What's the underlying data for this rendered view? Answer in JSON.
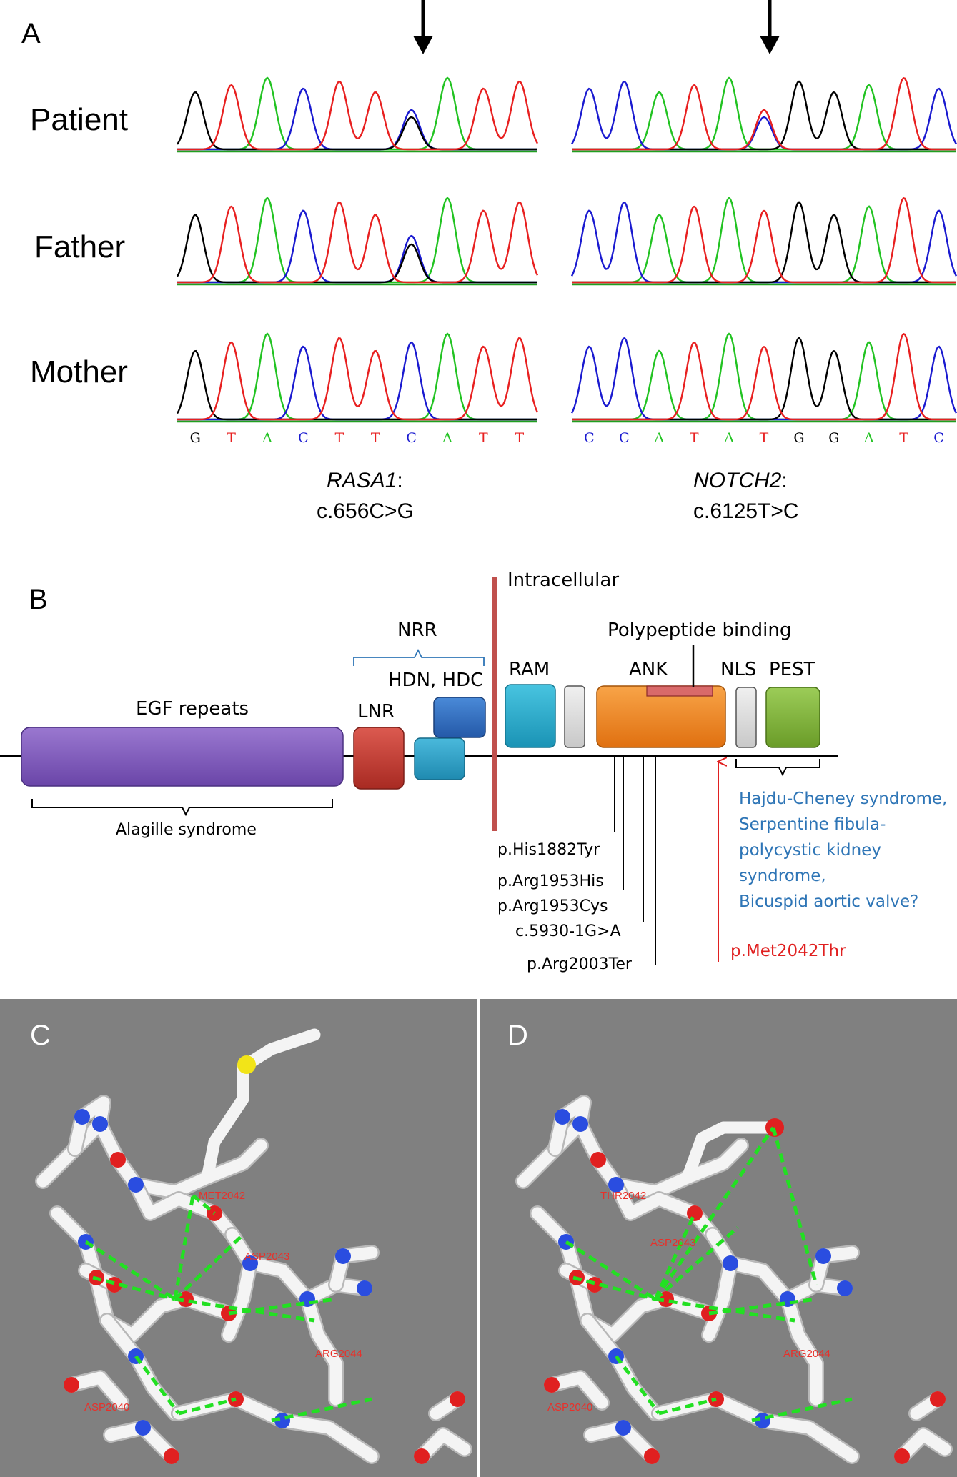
{
  "panels": {
    "a": "A",
    "b": "B",
    "c": "C",
    "d": "D"
  },
  "sequencing": {
    "rows": [
      "Patient",
      "Father",
      "Mother"
    ],
    "rasa1": {
      "bases": [
        "G",
        "T",
        "A",
        "C",
        "T",
        "T",
        "C",
        "A",
        "T",
        "T"
      ],
      "gene": "RASA1",
      "variant": "c.656C>G"
    },
    "notch2": {
      "bases": [
        "C",
        "C",
        "A",
        "T",
        "A",
        "T",
        "G",
        "G",
        "A",
        "T",
        "C"
      ],
      "gene": "NOTCH2",
      "variant": "c.6125T>C"
    },
    "colors": {
      "A": "#22c322",
      "T": "#e82020",
      "C": "#1a1ad0",
      "G": "#000000"
    }
  },
  "domains": {
    "intracellular": "Intracellular",
    "nrr": "NRR",
    "hdn_hdc": "HDN, HDC",
    "egf": "EGF repeats",
    "lnr": "LNR",
    "ram": "RAM",
    "ank": "ANK",
    "polypeptide": "Polypeptide binding",
    "nls": "NLS",
    "pest": "PEST",
    "alagille": "Alagille syndrome",
    "hajdu_lines": [
      "Hajdu-Cheney syndrome,",
      "Serpentine fibula-",
      "polycystic kidney",
      "syndrome,",
      "Bicuspid aortic valve?"
    ],
    "variants": [
      "p.His1882Tyr",
      "p.Arg1953His",
      "p.Arg1953Cys",
      "c.5930-1G>A",
      "p.Arg2003Ter"
    ],
    "new_variant": "p.Met2042Thr",
    "colors": {
      "egf": "#7f5ab8",
      "lnr": "#c0392b",
      "hd": "#2e9fc6",
      "hd2": "#2f6fc0",
      "ram": "#22a8c8",
      "ank": "#f0861e",
      "pest": "#7fb238",
      "tm": "#c0504d"
    }
  },
  "structure_c": {
    "labels": [
      "MET2042",
      "ASP2043",
      "ARG2044",
      "ASP2040"
    ]
  },
  "structure_d": {
    "labels": [
      "THR2042",
      "ASP2043",
      "ARG2044",
      "ASP2040"
    ]
  }
}
